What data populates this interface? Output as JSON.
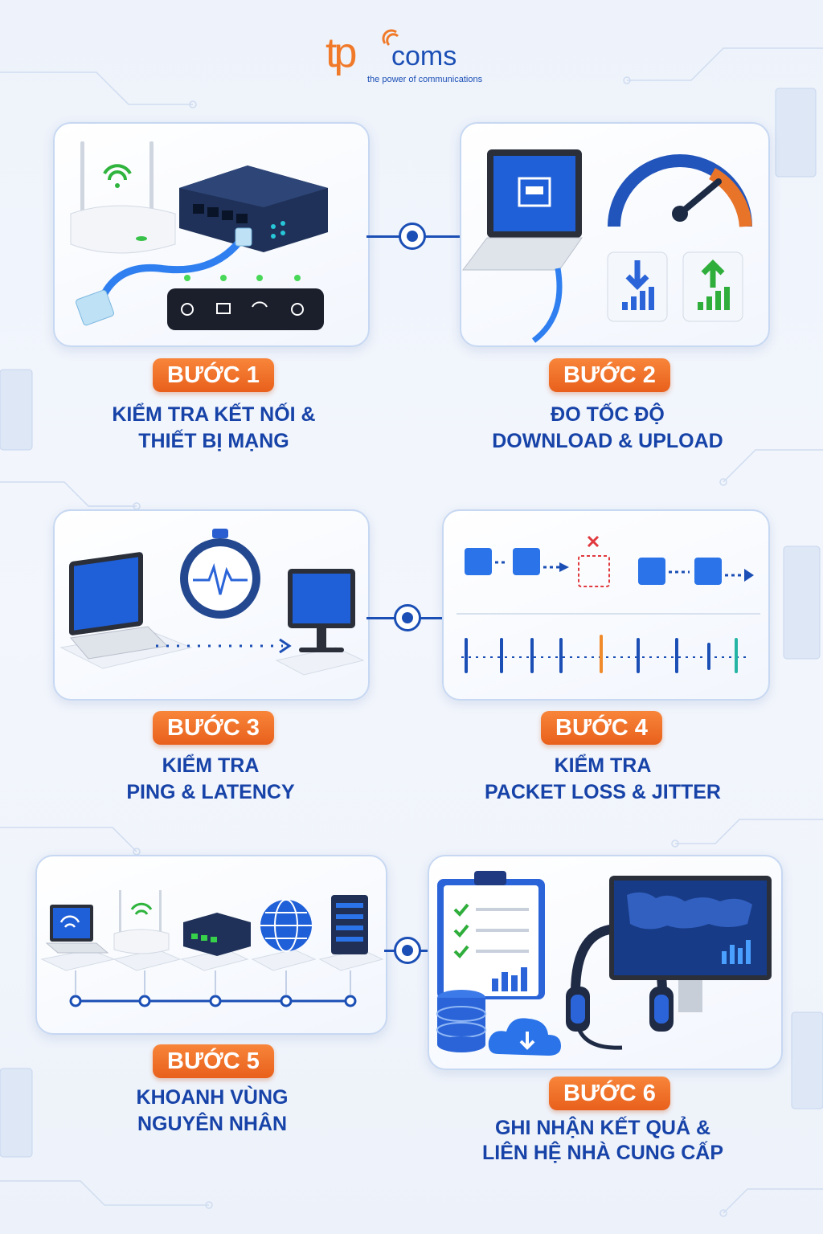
{
  "brand": {
    "logo_tp": "tp",
    "logo_coms": "coms",
    "tagline": "the power of communications",
    "colors": {
      "orange": "#f07a2a",
      "blue": "#1b4fb5",
      "title_blue": "#1743a8"
    }
  },
  "steps": [
    {
      "badge": "BƯỚC 1",
      "line1": "KIỂM TRA KẾT NỐI &",
      "line2": "THIẾT BỊ MẠNG",
      "icons": [
        "wifi-router-icon",
        "network-switch-icon",
        "ethernet-cable-icon",
        "status-panel-icon"
      ]
    },
    {
      "badge": "BƯỚC 2",
      "line1": "ĐO TỐC ĐỘ",
      "line2": "DOWNLOAD & UPLOAD",
      "icons": [
        "laptop-icon",
        "speedometer-icon",
        "download-icon",
        "upload-icon"
      ]
    },
    {
      "badge": "BƯỚC 3",
      "line1": "KIỂM TRA",
      "line2": "PING & LATENCY",
      "icons": [
        "laptop-icon",
        "stopwatch-icon",
        "monitor-icon"
      ]
    },
    {
      "badge": "BƯỚC 4",
      "line1": "KIỂM TRA",
      "line2": "PACKET LOSS & JITTER",
      "icons": [
        "packet-cube-icon",
        "lost-packet-icon",
        "jitter-signal-icon"
      ]
    },
    {
      "badge": "BƯỚC 5",
      "line1": "KHOANH VÙNG",
      "line2": "NGUYÊN NHÂN",
      "icons": [
        "laptop-icon",
        "wifi-router-icon",
        "network-switch-icon",
        "globe-icon",
        "server-icon"
      ]
    },
    {
      "badge": "BƯỚC 6",
      "line1": "GHI NHẬN KẾT QUẢ &",
      "line2": "LIÊN HỆ NHÀ CUNG CẤP",
      "icons": [
        "clipboard-checklist-icon",
        "database-icon",
        "cloud-download-icon",
        "headset-icon",
        "dashboard-monitor-icon"
      ]
    }
  ]
}
